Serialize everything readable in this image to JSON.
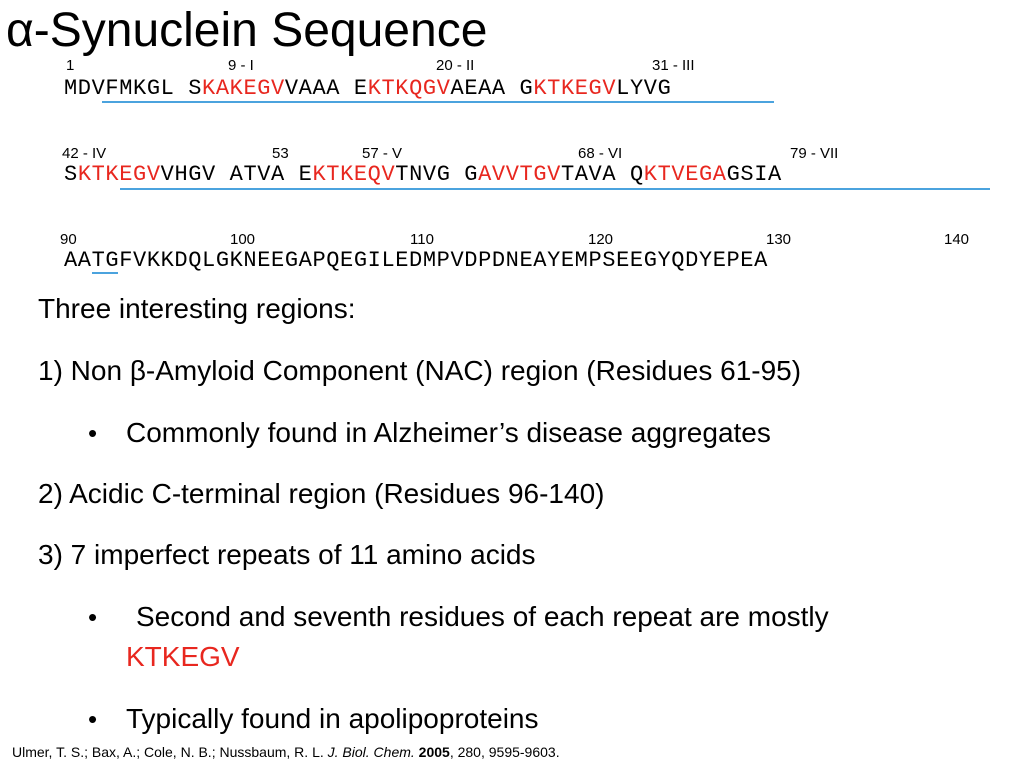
{
  "title": "α-Synuclein Sequence",
  "sequence": {
    "row1": {
      "labels": [
        "1",
        "9 - I",
        "20 - II",
        "31 - III"
      ],
      "segments": [
        {
          "t": "MDVFMKGL S",
          "r": false
        },
        {
          "t": "KAKEGV",
          "r": true
        },
        {
          "t": "VAAA E",
          "r": false
        },
        {
          "t": "KTKQGV",
          "r": true
        },
        {
          "t": "AEAA G",
          "r": false
        },
        {
          "t": "KTKEGV",
          "r": true
        },
        {
          "t": "LYVG",
          "r": false
        }
      ]
    },
    "row2": {
      "labels": [
        "42 - IV",
        "53",
        "57 - V",
        "68 - VI",
        "79 - VII"
      ],
      "segments": [
        {
          "t": "S",
          "r": false
        },
        {
          "t": "KTKEGV",
          "r": true
        },
        {
          "t": "VHGV ATVA E",
          "r": false
        },
        {
          "t": "KTKEQV",
          "r": true
        },
        {
          "t": "TNVG G",
          "r": false
        },
        {
          "t": "AVVTGV",
          "r": true
        },
        {
          "t": "TAVA Q",
          "r": false
        },
        {
          "t": "KTVEGA",
          "r": true
        },
        {
          "t": "GSIA",
          "r": false
        }
      ]
    },
    "row3": {
      "labels": [
        "90",
        "100",
        "110",
        "120",
        "130",
        "140"
      ],
      "segments": [
        {
          "t": "AATGFVKKDQLGKNEEGAPQEGILEDMPVDPDNEAYEMPSEEGYQDYEPEA",
          "r": false
        }
      ]
    }
  },
  "content": {
    "intro": "Three interesting regions:",
    "item1": "1) Non β-Amyloid Component (NAC) region (Residues 61-95)",
    "item1_bullet": "Commonly found in Alzheimer’s disease aggregates",
    "item2": "2) Acidic C-terminal region (Residues 96-140)",
    "item3": "3) 7 imperfect repeats of 11 amino acids",
    "item3_bullet1_text": "Second and seventh residues of each repeat are mostly",
    "item3_bullet1_red": "KTKEGV",
    "item3_bullet2": "Typically found in apolipoproteins",
    "bullet_char": "•"
  },
  "citation": {
    "authors": "Ulmer, T. S.; Bax, A.; Cole, N. B.; Nussbaum, R. L. ",
    "journal": "J. Biol. Chem.",
    "year": "2005",
    "rest": ", 280, 9595-9603."
  },
  "colors": {
    "highlight": "#e8271f",
    "underline": "#4ba3de"
  }
}
